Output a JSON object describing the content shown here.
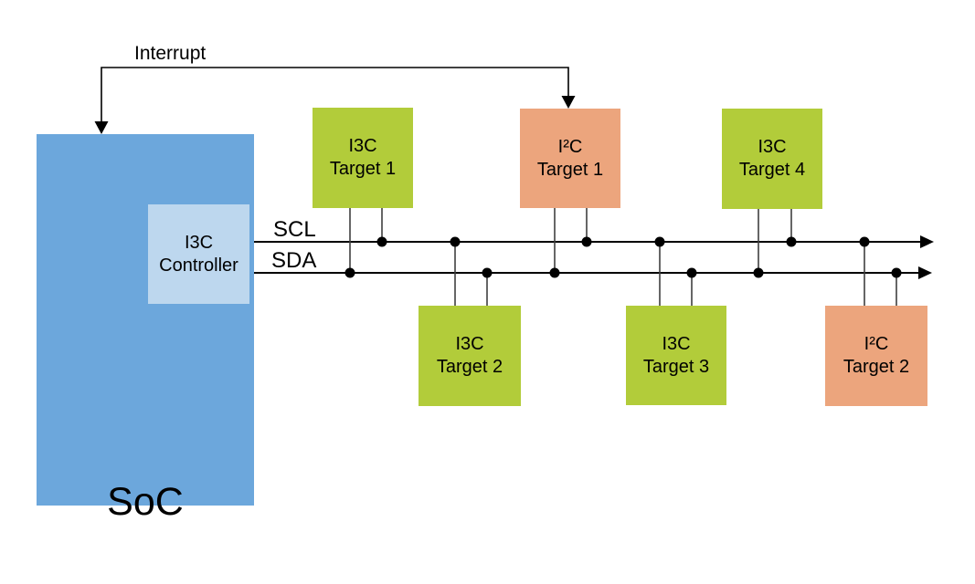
{
  "colors": {
    "soc_fill": "#6CA7DC",
    "controller_fill": "#BDD7EE",
    "i3c_fill": "#B2CC3A",
    "i2c_fill": "#ECA57D",
    "wire": "#000000",
    "stub": "#3F3F3F"
  },
  "labels": {
    "interrupt": "Interrupt",
    "scl": "SCL",
    "sda": "SDA"
  },
  "soc": {
    "label": "SoC"
  },
  "controller": {
    "line1": "I3C",
    "line2": "Controller"
  },
  "targets": [
    {
      "line1": "I3C",
      "line2": "Target 1"
    },
    {
      "line1": "I²C",
      "line2": "Target 1"
    },
    {
      "line1": "I3C",
      "line2": "Target 4"
    },
    {
      "line1": "I3C",
      "line2": "Target 2"
    },
    {
      "line1": "I3C",
      "line2": "Target 3"
    },
    {
      "line1": "I²C",
      "line2": "Target 2"
    }
  ]
}
